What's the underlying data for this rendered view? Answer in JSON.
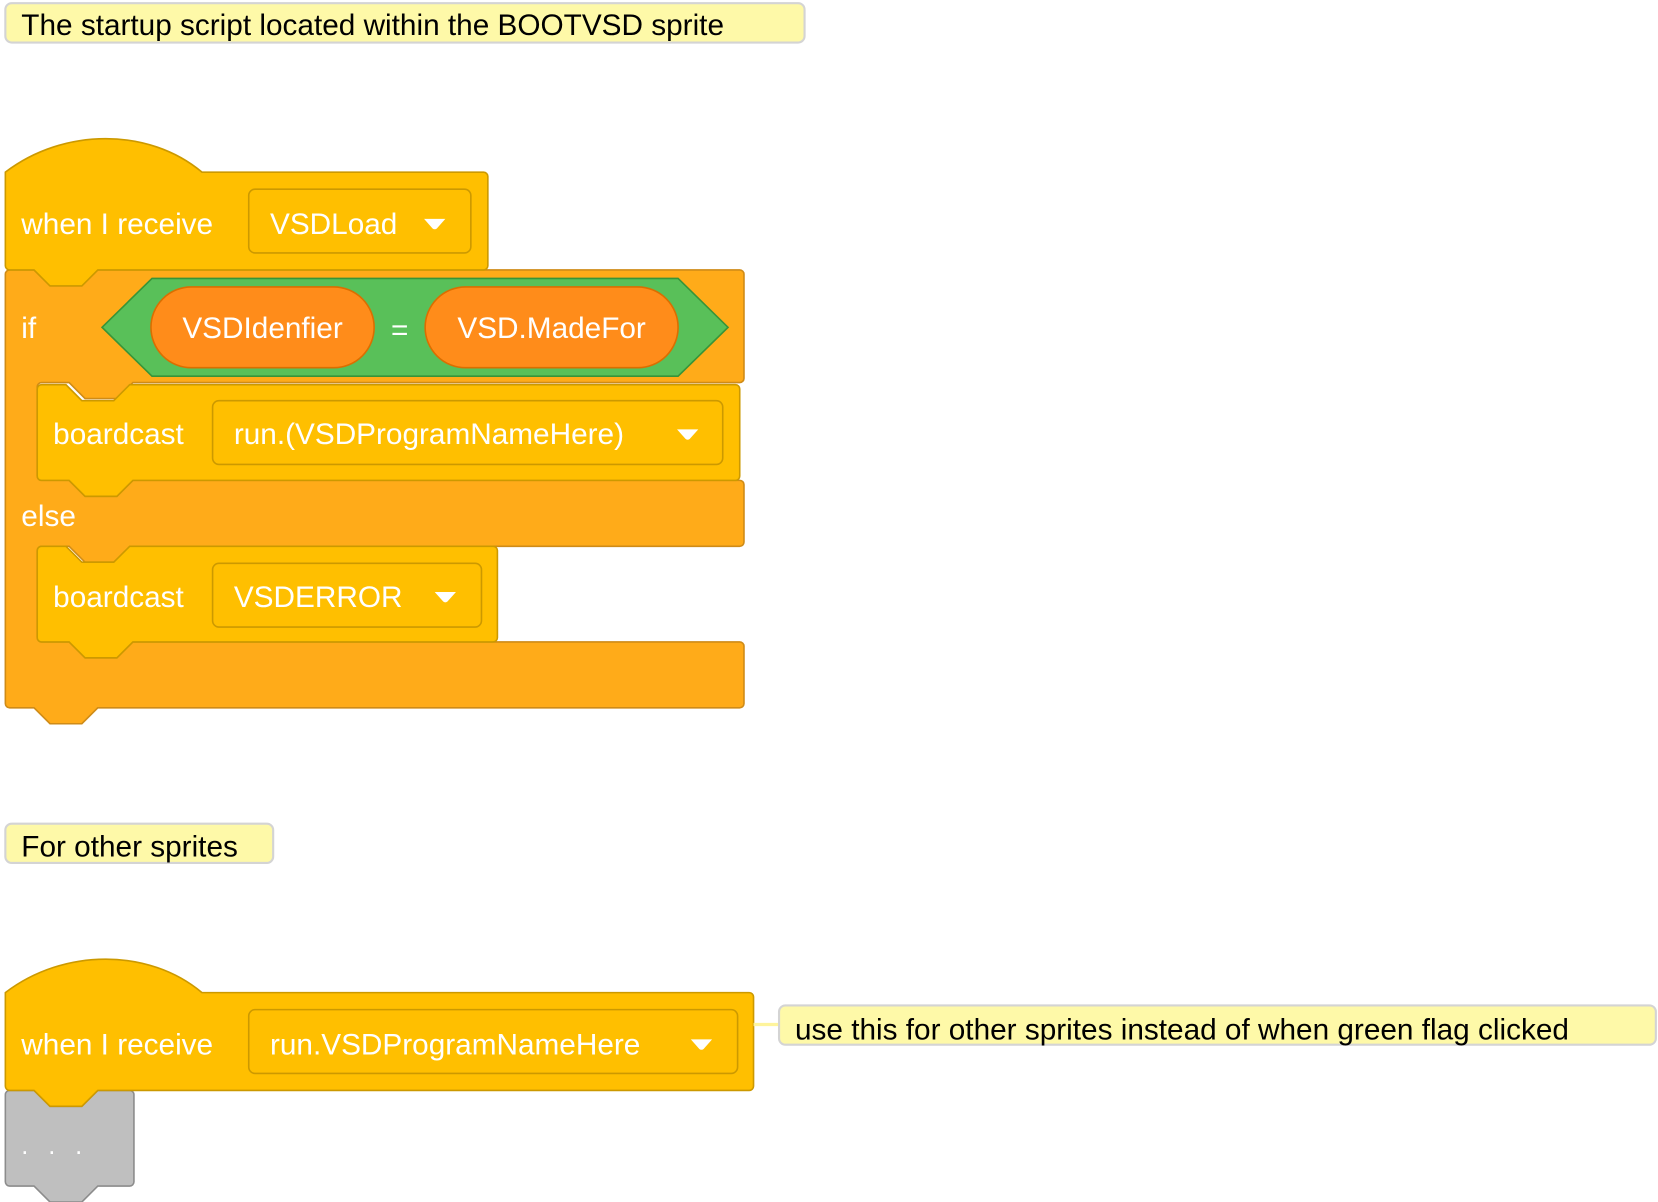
{
  "colors": {
    "event_block": "#FFBF00",
    "event_border": "#CC9900",
    "control_block": "#FFAB19",
    "control_border": "#CF8B17",
    "operator_block": "#59C059",
    "operator_border": "#389438",
    "variable_reporter": "#FF8C1A",
    "variable_border": "#DB6E00",
    "placeholder_block": "#BFBFBF",
    "placeholder_border": "#8C8C8C",
    "comment_fill": "#FEF49C",
    "comment_border": "#D4D4D4"
  },
  "comments": [
    {
      "text": "The startup script located within the BOOTVSD sprite"
    },
    {
      "text": "For other sprites"
    },
    {
      "text": "use this for other sprites instead of when green flag clicked"
    }
  ],
  "script1": {
    "hat": {
      "label": "when I receive",
      "message": "VSDLoad"
    },
    "if_else": {
      "if_label": "if",
      "else_label": "else",
      "condition": {
        "left": "VSDIdenfier",
        "operator": "=",
        "right": "VSD.MadeFor"
      },
      "then_block": {
        "label": "boardcast",
        "message": "run.(VSDProgramNameHere)"
      },
      "else_block": {
        "label": "boardcast",
        "message": "VSDERROR"
      }
    }
  },
  "script2": {
    "hat": {
      "label": "when I receive",
      "message": "run.VSDProgramNameHere"
    },
    "placeholder": {
      "label": ". . ."
    }
  },
  "icons": {
    "dropdown": "dropdown-arrow-icon"
  }
}
